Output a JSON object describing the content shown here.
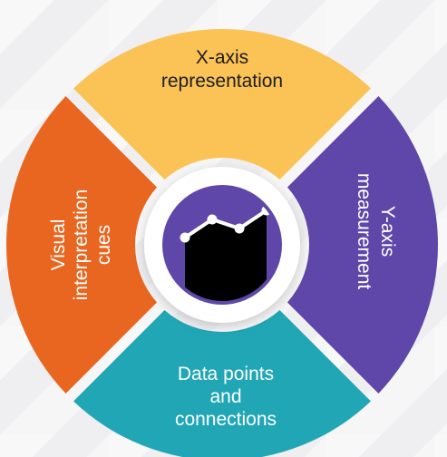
{
  "segments": {
    "top": {
      "lines": [
        "X-axis",
        "representation"
      ],
      "color": "#FBC256"
    },
    "right": {
      "lines": [
        "Y-axis",
        "measurement"
      ],
      "color": "#5E47A8"
    },
    "bottom": {
      "lines": [
        "Data points",
        "and",
        "connections"
      ],
      "color": "#21A6B5"
    },
    "left": {
      "lines": [
        "Visual",
        "interpretation",
        "cues"
      ],
      "color": "#E8661F"
    }
  },
  "center": {
    "icon": "line-chart-icon",
    "background_color": "#5E47A8",
    "ring_color": "#ffffff",
    "area_color": "#000000"
  },
  "chart_data": {
    "type": "line",
    "x": [
      1,
      2,
      3,
      4
    ],
    "values": [
      1.0,
      3.0,
      2.0,
      4.0
    ]
  }
}
